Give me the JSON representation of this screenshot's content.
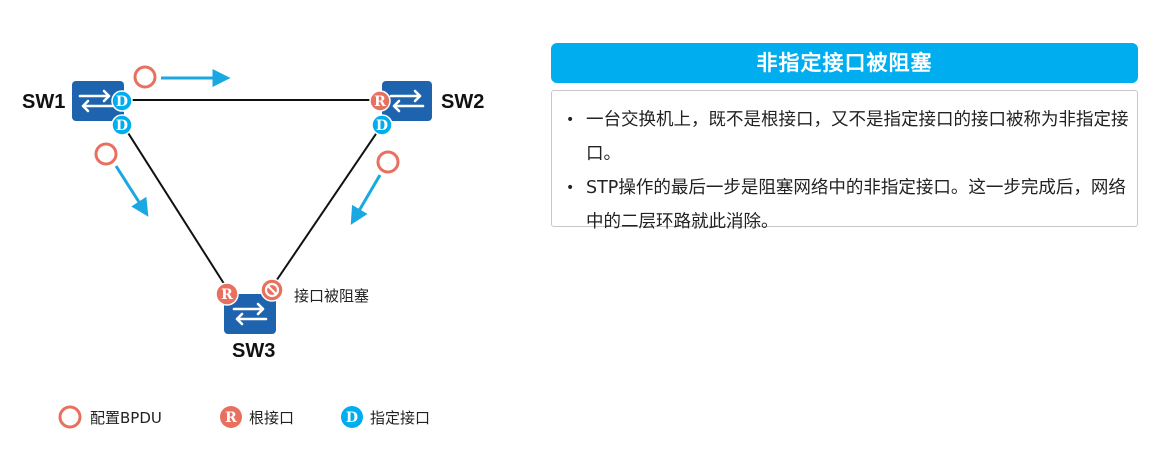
{
  "diagram": {
    "switches": {
      "sw1": "SW1",
      "sw2": "SW2",
      "sw3": "SW3"
    },
    "port_letters": {
      "root": "R",
      "designated": "D"
    },
    "blocked_port_label": "接口被阻塞",
    "colors": {
      "switch": "#1e63ad",
      "root_port": "#e8705f",
      "designated_port": "#00aeef",
      "bpdu_circle": "#e8705f",
      "arrow": "#1aa8e3",
      "link": "#111111"
    },
    "legend": {
      "bpdu": "配置BPDU",
      "root_port": "根接口",
      "designated_port": "指定接口"
    }
  },
  "panel": {
    "title": "非指定接口被阻塞",
    "bullets": [
      "一台交换机上，既不是根接口，又不是指定接口的接口被称为非指定接口。",
      "STP操作的最后一步是阻塞网络中的非指定接口。这一步完成后，网络中的二层环路就此消除。"
    ]
  }
}
